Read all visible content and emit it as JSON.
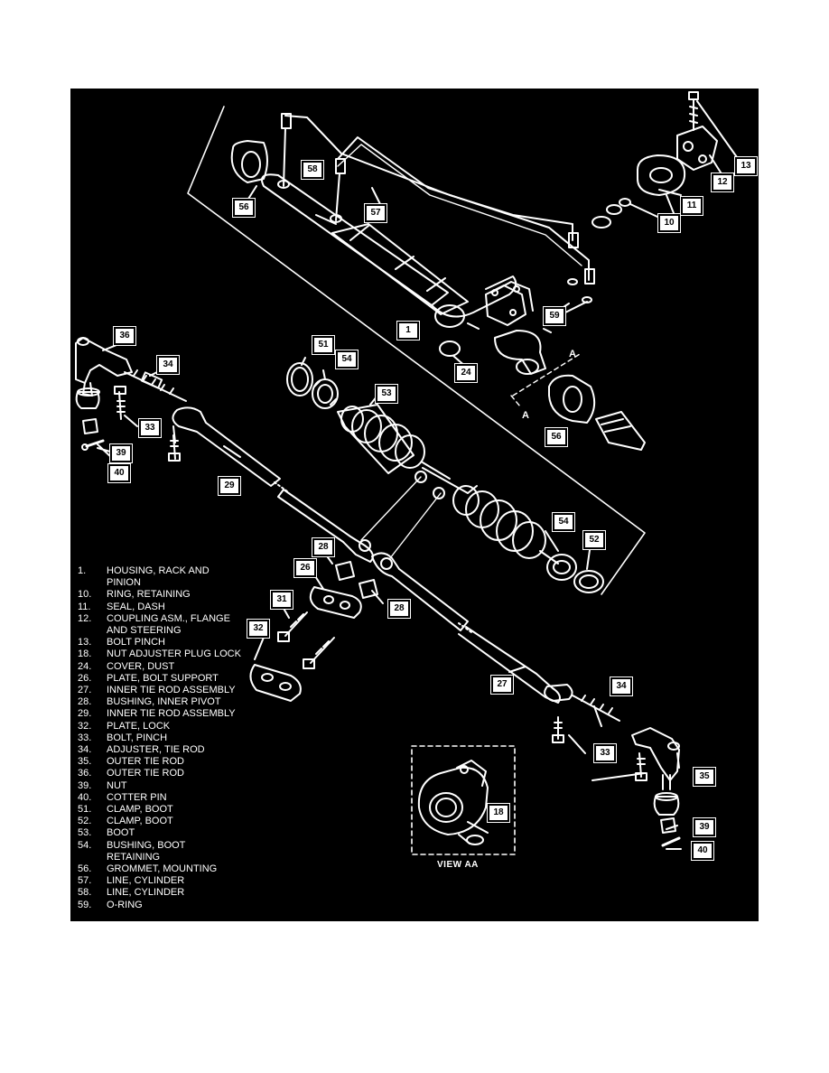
{
  "callouts": [
    {
      "id": "c1",
      "label": "1"
    },
    {
      "id": "c10",
      "label": "10"
    },
    {
      "id": "c11",
      "label": "11"
    },
    {
      "id": "c12",
      "label": "12"
    },
    {
      "id": "c13",
      "label": "13"
    },
    {
      "id": "c18",
      "label": "18"
    },
    {
      "id": "c24",
      "label": "24"
    },
    {
      "id": "c26",
      "label": "26"
    },
    {
      "id": "c27",
      "label": "27"
    },
    {
      "id": "c28a",
      "label": "28"
    },
    {
      "id": "c28b",
      "label": "28"
    },
    {
      "id": "c29",
      "label": "29"
    },
    {
      "id": "c31",
      "label": "31"
    },
    {
      "id": "c32",
      "label": "32"
    },
    {
      "id": "c33a",
      "label": "33"
    },
    {
      "id": "c33b",
      "label": "33"
    },
    {
      "id": "c34a",
      "label": "34"
    },
    {
      "id": "c34b",
      "label": "34"
    },
    {
      "id": "c35",
      "label": "35"
    },
    {
      "id": "c36",
      "label": "36"
    },
    {
      "id": "c39a",
      "label": "39"
    },
    {
      "id": "c39b",
      "label": "39"
    },
    {
      "id": "c40a",
      "label": "40"
    },
    {
      "id": "c40b",
      "label": "40"
    },
    {
      "id": "c51",
      "label": "51"
    },
    {
      "id": "c52",
      "label": "52"
    },
    {
      "id": "c53",
      "label": "53"
    },
    {
      "id": "c54a",
      "label": "54"
    },
    {
      "id": "c54b",
      "label": "54"
    },
    {
      "id": "c56a",
      "label": "56"
    },
    {
      "id": "c56b",
      "label": "56"
    },
    {
      "id": "c57",
      "label": "57"
    },
    {
      "id": "c58",
      "label": "58"
    },
    {
      "id": "c59",
      "label": "59"
    }
  ],
  "section_letters": [
    "A",
    "A"
  ],
  "view_label": "VIEW AA",
  "legend": [
    {
      "num": "1.",
      "desc": "HOUSING, RACK AND\nPINION"
    },
    {
      "num": "10.",
      "desc": "RING, RETAINING"
    },
    {
      "num": "11.",
      "desc": "SEAL, DASH"
    },
    {
      "num": "12.",
      "desc": "COUPLING ASM., FLANGE\nAND STEERING"
    },
    {
      "num": "13.",
      "desc": "BOLT PINCH"
    },
    {
      "num": "18.",
      "desc": "NUT ADJUSTER PLUG LOCK"
    },
    {
      "num": "24.",
      "desc": "COVER, DUST"
    },
    {
      "num": "26.",
      "desc": "PLATE, BOLT SUPPORT"
    },
    {
      "num": "27.",
      "desc": "INNER TIE ROD ASSEMBLY"
    },
    {
      "num": "28.",
      "desc": "BUSHING, INNER PIVOT"
    },
    {
      "num": "29.",
      "desc": "INNER TIE ROD ASSEMBLY"
    },
    {
      "num": "32.",
      "desc": "PLATE, LOCK"
    },
    {
      "num": "33.",
      "desc": "BOLT, PINCH"
    },
    {
      "num": "34.",
      "desc": "ADJUSTER, TIE ROD"
    },
    {
      "num": "35.",
      "desc": "OUTER TIE ROD"
    },
    {
      "num": "36.",
      "desc": "OUTER TIE ROD"
    },
    {
      "num": "39.",
      "desc": "NUT"
    },
    {
      "num": "40.",
      "desc": "COTTER PIN"
    },
    {
      "num": "51.",
      "desc": "CLAMP, BOOT"
    },
    {
      "num": "52.",
      "desc": "CLAMP, BOOT"
    },
    {
      "num": "53.",
      "desc": "BOOT"
    },
    {
      "num": "54.",
      "desc": "BUSHING, BOOT\nRETAINING"
    },
    {
      "num": "56.",
      "desc": "GROMMET, MOUNTING"
    },
    {
      "num": "57.",
      "desc": "LINE, CYLINDER"
    },
    {
      "num": "58.",
      "desc": "LINE, CYLINDER"
    },
    {
      "num": "59.",
      "desc": "O-RING"
    }
  ]
}
